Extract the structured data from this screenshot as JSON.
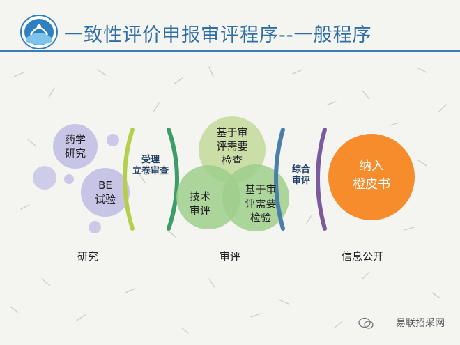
{
  "title": "一致性评价申报审评程序--一般程序",
  "nodes": {
    "pharmacy": [
      "药学",
      "研究"
    ],
    "be": [
      "BE",
      "试验"
    ],
    "accept": [
      "受理",
      "立卷审查"
    ],
    "basis_review": [
      "基于审",
      "评需要",
      "检查"
    ],
    "tech_review": [
      "技术",
      "审评"
    ],
    "basis_test": [
      "基于审",
      "评需要",
      "检验"
    ],
    "comprehensive": [
      "综合",
      "审评"
    ],
    "orange_book": [
      "纳入",
      "橙皮书"
    ]
  },
  "stages": [
    "研究",
    "审评",
    "信息公开"
  ],
  "watermark": "易联招采网",
  "colors": {
    "title": "#2f6fa5",
    "lavender": "#c7c4e6",
    "green_light": "#c6dca0",
    "green": "#9fcf8c",
    "orange": "#f68c2c",
    "bracket_lime": "#b5cf4d",
    "bracket_green": "#3e9c68",
    "bracket_blue": "#4a7fa8",
    "bracket_purple": "#7b5aa0"
  }
}
